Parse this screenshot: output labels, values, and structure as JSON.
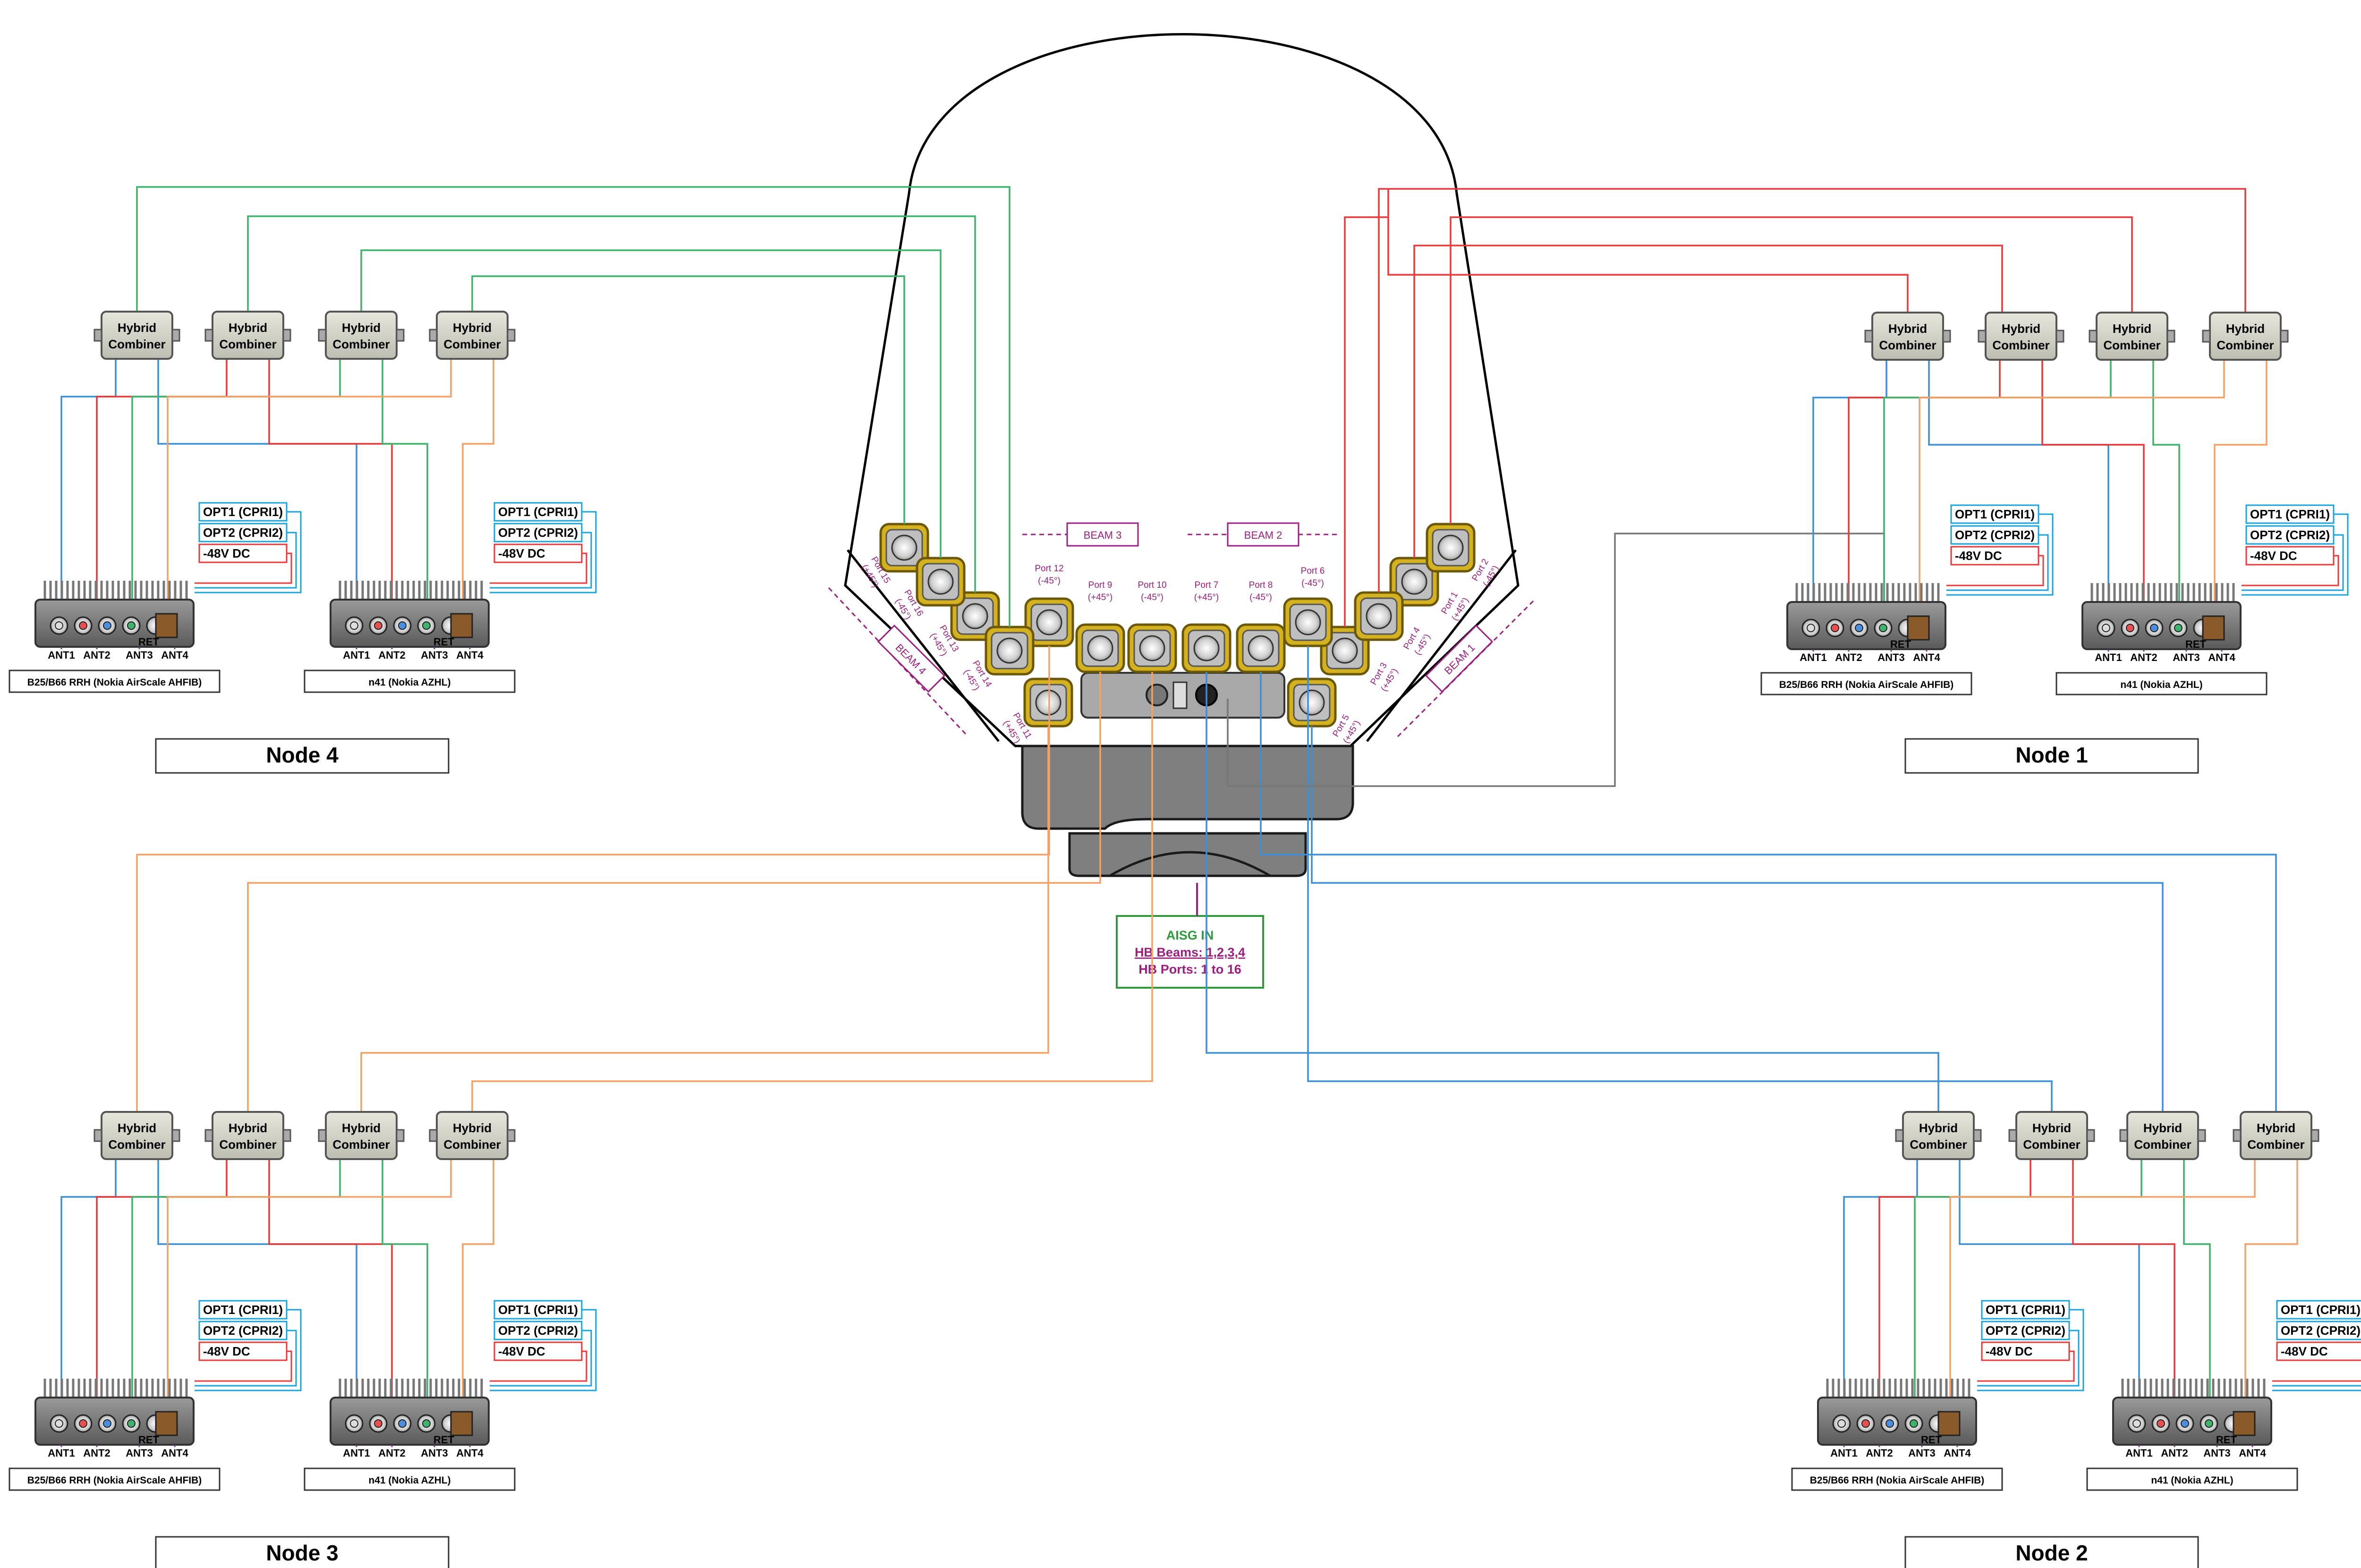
{
  "nodes": [
    {
      "id": "node4",
      "title": "Node 4"
    },
    {
      "id": "node1",
      "title": "Node 1"
    },
    {
      "id": "node3",
      "title": "Node 3"
    },
    {
      "id": "node2",
      "title": "Node 2"
    }
  ],
  "combiner": {
    "line1": "Hybrid",
    "line2": "Combiner"
  },
  "rrh": {
    "b25_label": "B25/B66 RRH (Nokia AirScale AHFIB)",
    "n41_label": "n41 (Nokia AZHL)",
    "ports": [
      "ANT1",
      "ANT2",
      "ANT3",
      "ANT4"
    ],
    "ret": "RET"
  },
  "connections": {
    "opt1": "OPT1 (CPRI1)",
    "opt2": "OPT2 (CPRI2)",
    "dc": "-48V DC"
  },
  "antenna": {
    "beams": [
      {
        "id": "b1",
        "label": "BEAM 1"
      },
      {
        "id": "b2",
        "label": "BEAM 2"
      },
      {
        "id": "b3",
        "label": "BEAM 3"
      },
      {
        "id": "b4",
        "label": "BEAM 4"
      }
    ],
    "ports": [
      {
        "id": "p1",
        "name": "Port 1",
        "pol": "(+45°)"
      },
      {
        "id": "p2",
        "name": "Port 2",
        "pol": "(-45°)"
      },
      {
        "id": "p3",
        "name": "Port 3",
        "pol": "(+45°)"
      },
      {
        "id": "p4",
        "name": "Port 4",
        "pol": "(-45°)"
      },
      {
        "id": "p5",
        "name": "Port 5",
        "pol": "(+45°)"
      },
      {
        "id": "p6",
        "name": "Port 6",
        "pol": "(-45°)"
      },
      {
        "id": "p7",
        "name": "Port 7",
        "pol": "(+45°)"
      },
      {
        "id": "p8",
        "name": "Port 8",
        "pol": "(-45°)"
      },
      {
        "id": "p9",
        "name": "Port 9",
        "pol": "(+45°)"
      },
      {
        "id": "p10",
        "name": "Port 10",
        "pol": "(-45°)"
      },
      {
        "id": "p11",
        "name": "Port 11",
        "pol": "(+45°)"
      },
      {
        "id": "p12",
        "name": "Port 12",
        "pol": "(-45°)"
      },
      {
        "id": "p13",
        "name": "Port 13",
        "pol": "(+45°)"
      },
      {
        "id": "p14",
        "name": "Port 14",
        "pol": "(-45°)"
      },
      {
        "id": "p15",
        "name": "Port 15",
        "pol": "(+45°)"
      },
      {
        "id": "p16",
        "name": "Port 16",
        "pol": "(-45°)"
      }
    ]
  },
  "aisg": {
    "title": "AISG IN",
    "line1": "HB Beams: 1,2,3,4",
    "line2": "HB Ports: 1 to 16"
  },
  "colors": {
    "red": "#e83a3a",
    "green": "#3db36b",
    "blue": "#3a8fd6",
    "orange": "#f4a066",
    "grey": "#777777",
    "label_magenta": "#9b1f7f",
    "aisg_green": "#2f9a3c",
    "cyan_box": "#1aa4d9"
  }
}
